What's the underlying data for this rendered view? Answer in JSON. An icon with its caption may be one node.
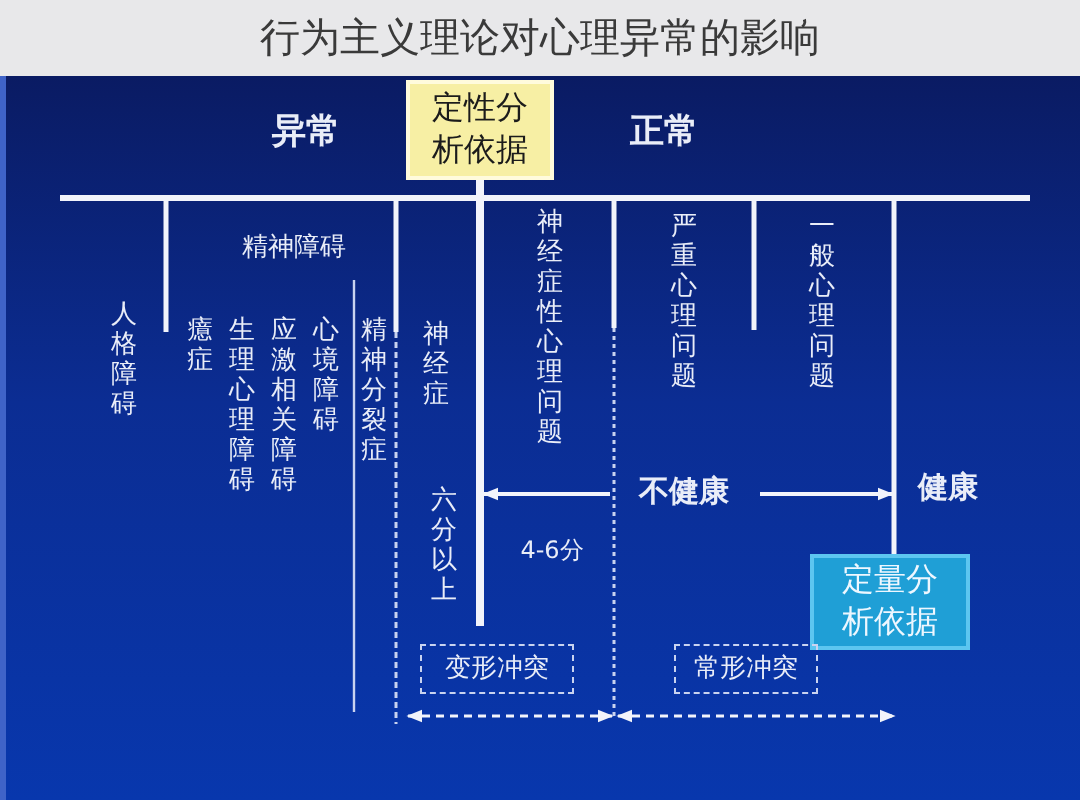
{
  "diagram": {
    "title": "行为主义理论对心理异常的影响",
    "nodes": [
      {
        "text": [
          "定性分析依据"
        ]
      },
      {
        "text": [
          "定量分析依据"
        ]
      },
      {
        "text": [
          "变形冲突"
        ]
      },
      {
        "text": [
          "常形冲突"
        ]
      }
    ],
    "labels": [
      "异常",
      "正常",
      "人格障碍",
      "精神障碍",
      "癔症",
      "生理心理障碍",
      "应激相关障碍",
      "心境障碍",
      "精神分裂症",
      "神经症",
      "神经症性心理问题",
      "严重心理问题",
      "一般心理问题",
      "六分以上",
      "不健康",
      "健康",
      "4-6分"
    ]
  }
}
